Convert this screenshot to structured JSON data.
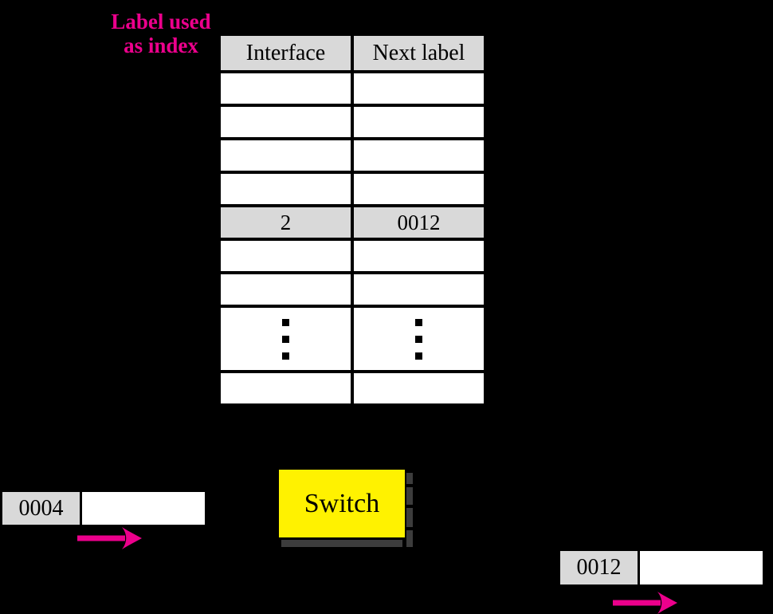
{
  "caption": {
    "line1": "Label used",
    "line2": "as index"
  },
  "table": {
    "headers": [
      "Interface",
      "Next label"
    ],
    "rows": [
      {
        "interface": "",
        "next_label": "",
        "variant": "plain"
      },
      {
        "interface": "",
        "next_label": "",
        "variant": "plain"
      },
      {
        "interface": "",
        "next_label": "",
        "variant": "plain"
      },
      {
        "interface": "",
        "next_label": "",
        "variant": "plain"
      },
      {
        "interface": "2",
        "next_label": "0012",
        "variant": "highlight"
      },
      {
        "interface": "",
        "next_label": "",
        "variant": "plain"
      },
      {
        "interface": "",
        "next_label": "",
        "variant": "plain"
      },
      {
        "interface": "",
        "next_label": "",
        "variant": "ellipsis"
      },
      {
        "interface": "",
        "next_label": "",
        "variant": "plain"
      }
    ]
  },
  "switch": {
    "label": "Switch"
  },
  "incoming_packet": {
    "label": "0004"
  },
  "outgoing_packet": {
    "label": "0012"
  },
  "colors": {
    "background": "#000000",
    "accent_pink": "#EC008C",
    "switch_yellow": "#FFF200",
    "cell_gray": "#D9D9D9",
    "shadow_gray": "#3C3C3C"
  }
}
